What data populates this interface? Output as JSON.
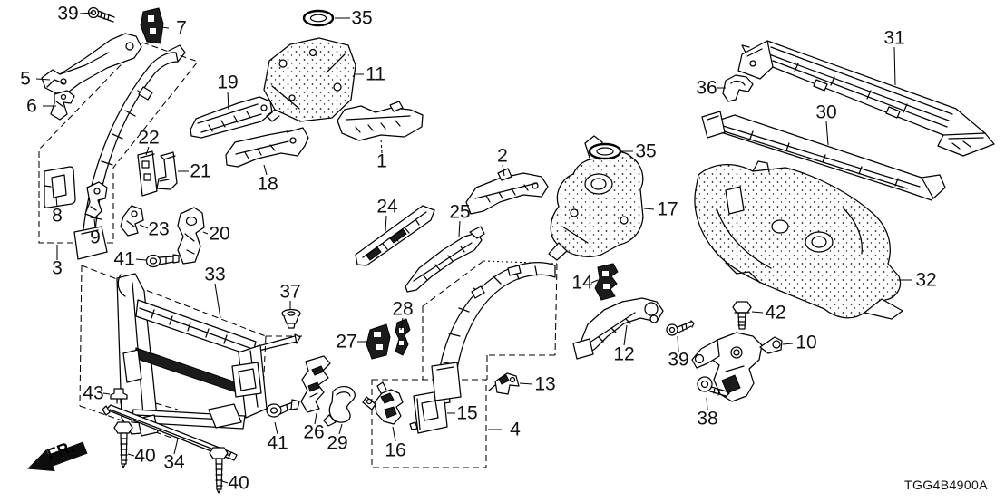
{
  "diagram": {
    "code": "TGG4B4900A",
    "direction_label": "FR."
  },
  "callouts": [
    {
      "label": "39"
    },
    {
      "label": "7"
    },
    {
      "label": "35"
    },
    {
      "label": "5"
    },
    {
      "label": "6"
    },
    {
      "label": "19"
    },
    {
      "label": "11"
    },
    {
      "label": "22"
    },
    {
      "label": "21"
    },
    {
      "label": "18"
    },
    {
      "label": "1"
    },
    {
      "label": "2"
    },
    {
      "label": "35"
    },
    {
      "label": "31"
    },
    {
      "label": "36"
    },
    {
      "label": "30"
    },
    {
      "label": "8"
    },
    {
      "label": "9"
    },
    {
      "label": "23"
    },
    {
      "label": "20"
    },
    {
      "label": "24"
    },
    {
      "label": "25"
    },
    {
      "label": "17"
    },
    {
      "label": "3"
    },
    {
      "label": "41"
    },
    {
      "label": "33"
    },
    {
      "label": "37"
    },
    {
      "label": "14"
    },
    {
      "label": "32"
    },
    {
      "label": "42"
    },
    {
      "label": "27"
    },
    {
      "label": "28"
    },
    {
      "label": "12"
    },
    {
      "label": "39"
    },
    {
      "label": "10"
    },
    {
      "label": "43"
    },
    {
      "label": "13"
    },
    {
      "label": "15"
    },
    {
      "label": "4"
    },
    {
      "label": "41"
    },
    {
      "label": "26"
    },
    {
      "label": "29"
    },
    {
      "label": "16"
    },
    {
      "label": "38"
    },
    {
      "label": "40"
    },
    {
      "label": "34"
    },
    {
      "label": "40"
    }
  ]
}
